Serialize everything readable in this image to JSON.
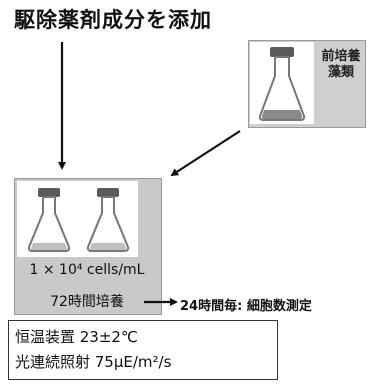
{
  "title": "駆除薬剤成分を添加",
  "preculture": {
    "label_line1": "前培養",
    "label_line2": "藻類"
  },
  "test_culture": {
    "density": "1 × 10⁴ cells/mL",
    "duration": "72時間培養"
  },
  "measurement": "24時間毎: 細胞数測定",
  "conditions": {
    "line1": "恒温装置 23±2℃",
    "line2": "光連続照射 75μE/m²/s"
  },
  "icons": {
    "flask": "flask-icon",
    "arrow": "arrow-icon"
  }
}
